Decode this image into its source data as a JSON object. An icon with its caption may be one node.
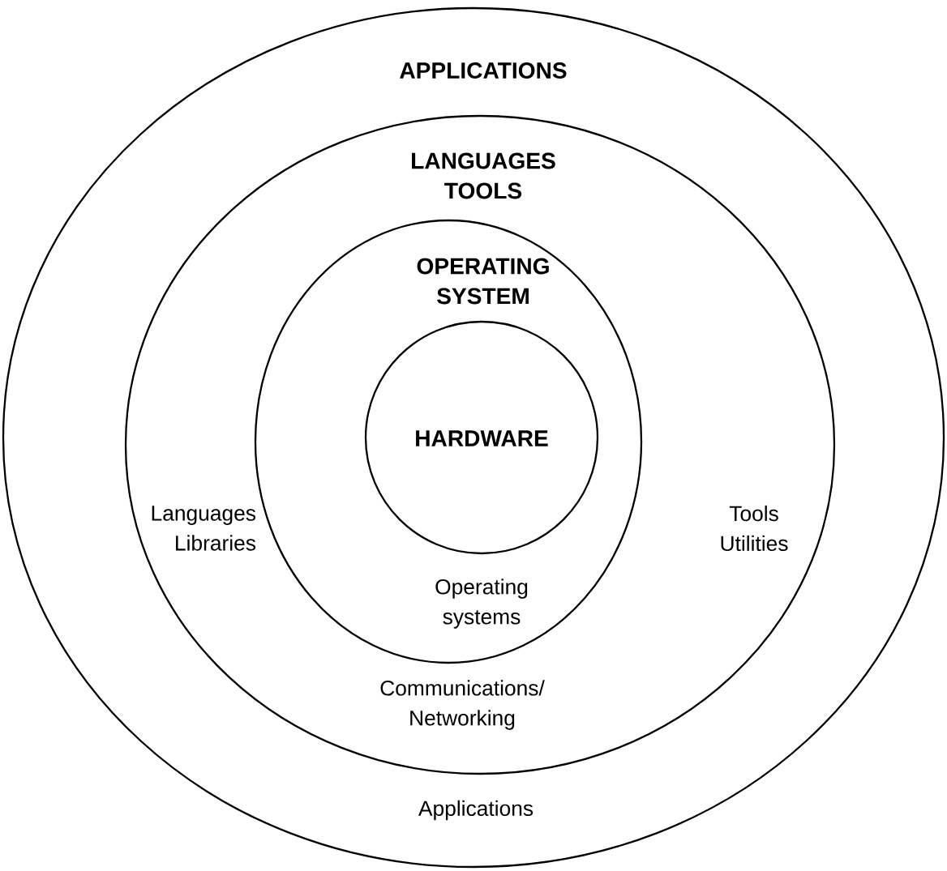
{
  "diagram": {
    "nodes": [
      {
        "text": [
          "APPLICATIONS",
          "Applications"
        ]
      },
      {
        "text": [
          "LANGUAGES TOOLS",
          "Languages Libraries",
          "Tools Utilities",
          "Communications/ Networking"
        ],
        "in": 0
      },
      {
        "text": [
          "OPERATING SYSTEM",
          "Operating systems"
        ],
        "in": 1
      },
      {
        "text": [
          "HARDWARE"
        ],
        "in": 2
      }
    ],
    "edges": []
  }
}
